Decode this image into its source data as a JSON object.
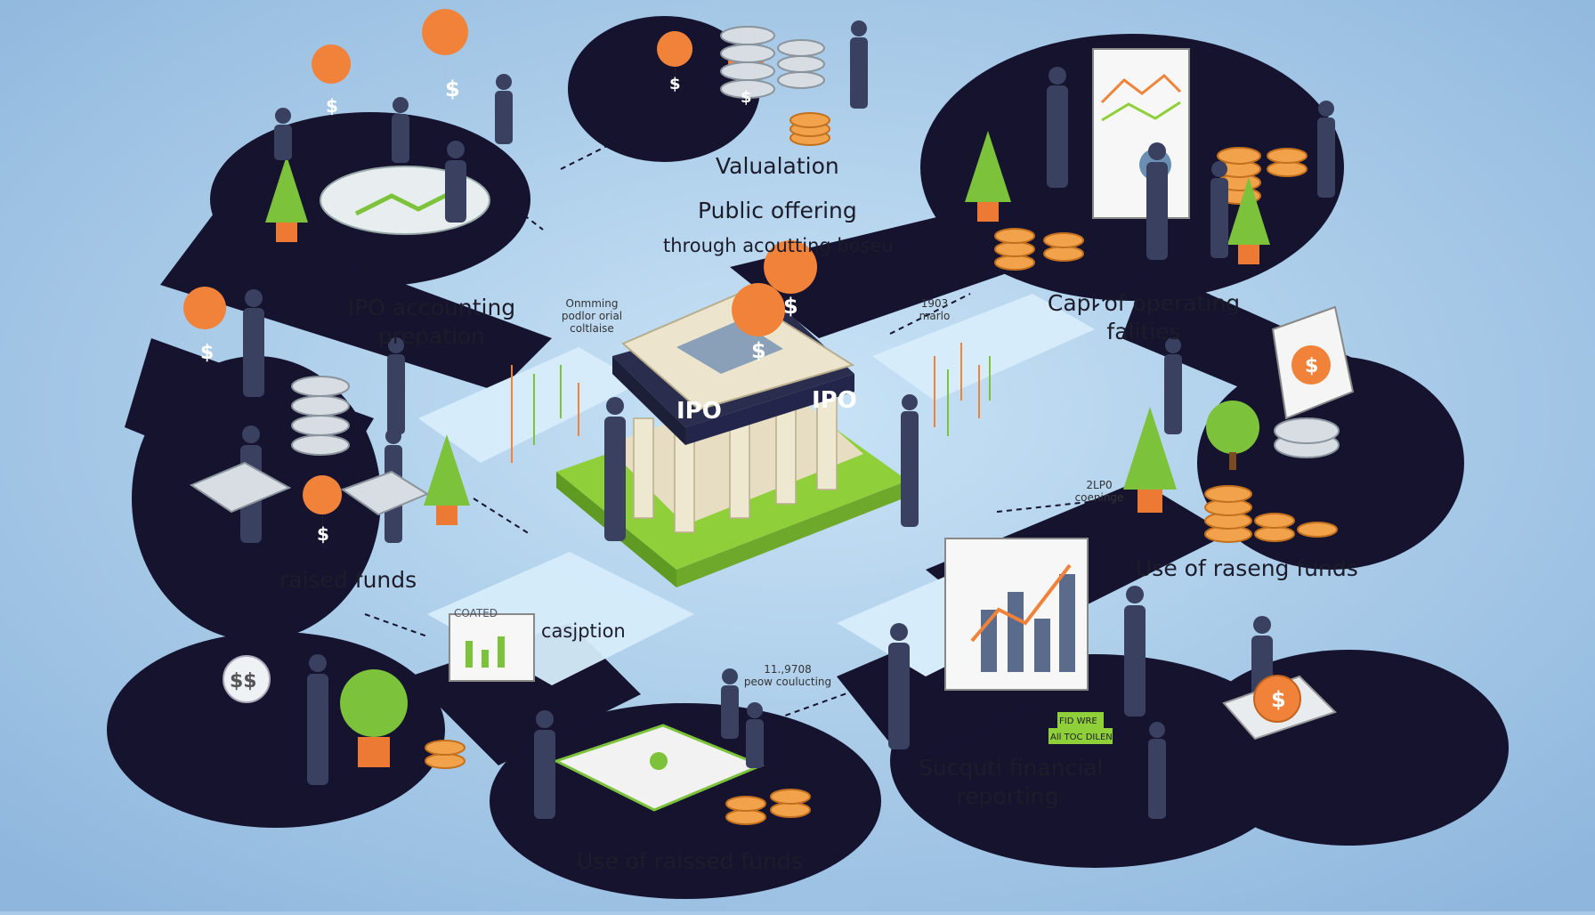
{
  "labels": {
    "valuation": "Valualation",
    "public_offering": "Public offering",
    "through": "through acoutting boseu",
    "ipo_prep_line1": "IPO accounting",
    "ipo_prep_line2": "prepation",
    "capi_line1": "Capi of operating",
    "capi_line2": "falities",
    "raised_funds": "raised funds",
    "use_raseng": "Use of raseng funds",
    "casjption": "casjption",
    "coated": "COATED",
    "sucquti_line1": "Sucquti financial",
    "sucquti_line2": "reporting",
    "use_raissed": "Use of raissed funds",
    "small_onmming_1": "Onmming",
    "small_onmming_2": "podlor orial",
    "small_onmming_3": "coltlaise",
    "small_1903_1": "1903",
    "small_1903_2": "marlo",
    "small_2lp0_1": "2LP0",
    "small_2lp0_2": "coeninge",
    "small_11_1": "11.,9708",
    "small_11_2": "peow coulucting",
    "sign_1": "FID WRE",
    "sign_2": "All TOC DILEN",
    "ipo_left": "IPO",
    "ipo_right": "IPO",
    "dollar": "$",
    "s_dollar": "$$"
  },
  "colors": {
    "background": "#a9cbe9",
    "road": "#15132e",
    "path": "#d6ecfb",
    "accent_green": "#8fcf3a",
    "accent_orange": "#f0823a",
    "building": "#ece4cc",
    "roof_dark": "#2a2d4d"
  },
  "icons": [
    "dollar-pin-icon",
    "coin-stack-icon",
    "tree-icon",
    "person-icon",
    "chart-board-icon",
    "bank-building-icon",
    "candlestick-icon",
    "arrow-icon"
  ]
}
